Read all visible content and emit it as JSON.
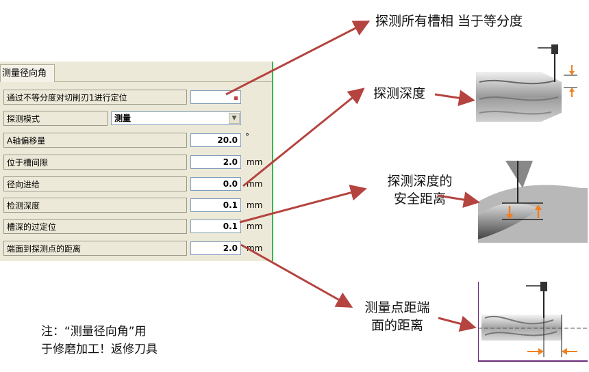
{
  "tab": {
    "label": "测量径向角"
  },
  "rows": [
    {
      "label": "通过不等分度对切削刃1进行定位",
      "value": "",
      "unit": ""
    },
    {
      "label": "探测模式",
      "value": "测量",
      "unit": ""
    },
    {
      "label": "A轴偏移量",
      "value": "20.0",
      "unit": "°"
    },
    {
      "label": "位于槽间隙",
      "value": "2.0",
      "unit": "mm"
    },
    {
      "label": "径向进给",
      "value": "0.0",
      "unit": "mm"
    },
    {
      "label": "检测深度",
      "value": "0.1",
      "unit": "mm"
    },
    {
      "label": "槽深的过定位",
      "value": "0.1",
      "unit": "mm"
    },
    {
      "label": "端面到探测点的距离",
      "value": "2.0",
      "unit": "mm"
    }
  ],
  "annotations": {
    "all_flutes": "探测所有槽相 当于等分度",
    "depth": "探测深度",
    "safe_line1": "探测深度的",
    "safe_line2": "安全距离",
    "end_line1": "测量点距端",
    "end_line2": "面的距离"
  },
  "note": {
    "line1": "注：“测量径向角”用",
    "line2": "于修磨加工！返修刀具"
  },
  "colors": {
    "arrow": "#b5433f",
    "panel": "#ece9d8",
    "accent_orange": "#f08020",
    "frame_green": "#3cb44b"
  }
}
